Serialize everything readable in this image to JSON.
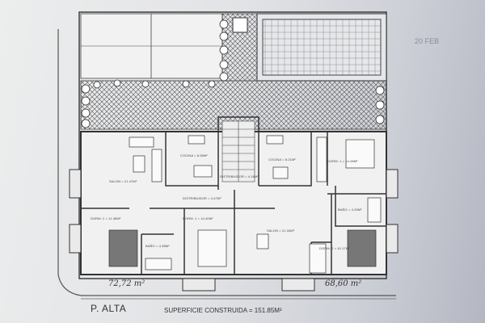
{
  "plan": {
    "floor_title": "P. ALTA",
    "built_area": "SUPERFICIE CONSTRUIDA = 151.85M²",
    "unit_left_area": "72,72 m²",
    "unit_right_area": "68,60 m²",
    "margin_note": "20 FEB",
    "rooms": [
      {
        "label": "SALON = 21.47M²"
      },
      {
        "label": "COCINA = 8.55M²"
      },
      {
        "label": "DISTRIBUIDOR = 4.16M²"
      },
      {
        "label": "DISTRIBUIDOR = 4.47M²"
      },
      {
        "label": "DORM. 2 = 11.38M²"
      },
      {
        "label": "DORM. 1 = 14.40M²"
      },
      {
        "label": "BAÑO = 4.38M²"
      },
      {
        "label": "COCINA = 8.21M²"
      },
      {
        "label": "DORM. 1 = 14.28M²"
      },
      {
        "label": "BAÑO = 4.33M²"
      },
      {
        "label": "SALON = 21.34M²"
      },
      {
        "label": "DORM. 2 = 10.17M²"
      }
    ]
  }
}
